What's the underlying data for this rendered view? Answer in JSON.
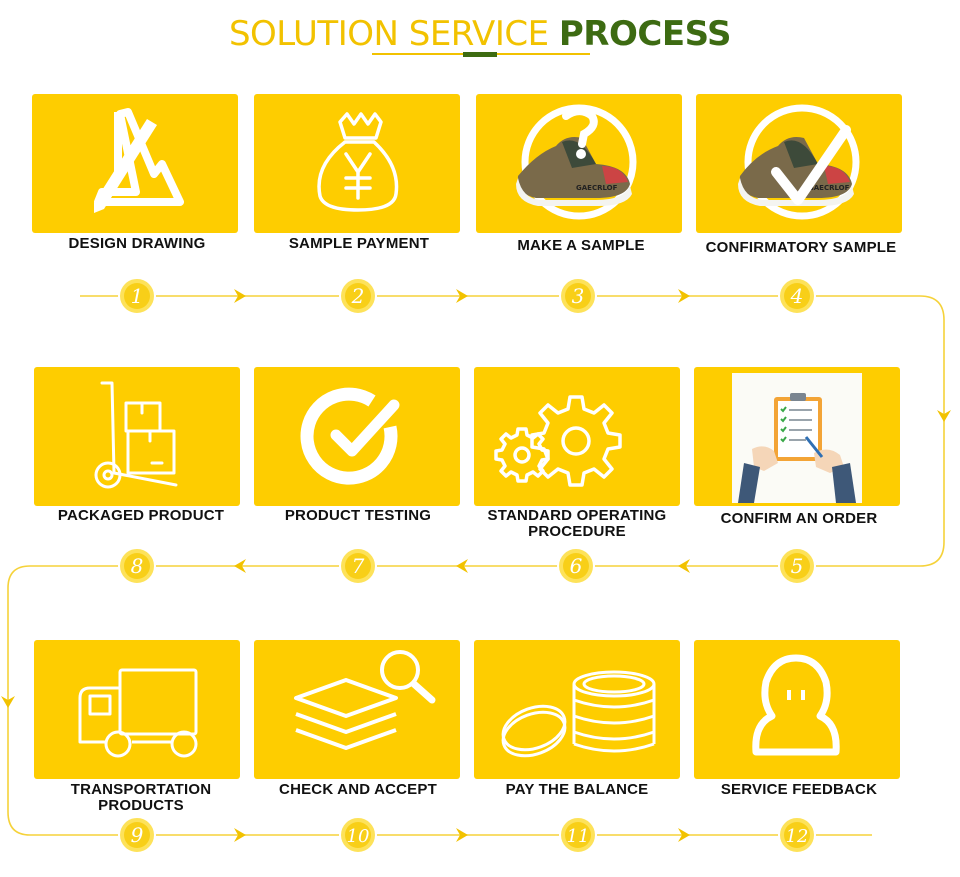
{
  "title": {
    "part1": "SOLUTION SERVICE ",
    "part2": "PROCESS"
  },
  "steps": [
    {
      "num": "1",
      "label": "DESIGN DRAWING",
      "icon": "design-drawing-icon"
    },
    {
      "num": "2",
      "label": "SAMPLE PAYMENT",
      "icon": "money-bag-icon"
    },
    {
      "num": "3",
      "label": "MAKE A SAMPLE",
      "icon": "sneaker-question-icon"
    },
    {
      "num": "4",
      "label": "CONFIRMATORY SAMPLE",
      "icon": "sneaker-check-icon"
    },
    {
      "num": "5",
      "label": "CONFIRM AN ORDER",
      "icon": "clipboard-sign-icon"
    },
    {
      "num": "6",
      "label": "STANDARD OPERATING PROCEDURE",
      "icon": "gears-icon"
    },
    {
      "num": "7",
      "label": "PRODUCT TESTING",
      "icon": "check-circle-icon"
    },
    {
      "num": "8",
      "label": "PACKAGED PRODUCT",
      "icon": "hand-truck-icon"
    },
    {
      "num": "9",
      "label": "TRANSPORTATION PRODUCTS",
      "icon": "truck-icon"
    },
    {
      "num": "10",
      "label": "CHECK AND ACCEPT",
      "icon": "layers-search-icon"
    },
    {
      "num": "11",
      "label": "PAY THE BALANCE",
      "icon": "coins-icon"
    },
    {
      "num": "12",
      "label": "SERVICE FEEDBACK",
      "icon": "person-icon"
    }
  ],
  "sneaker_text": "GAECRLOF",
  "colors": {
    "card": "#fecd00",
    "accent": "#f2c200",
    "dark_green": "#3d6b12",
    "line": "#f5d23a"
  }
}
